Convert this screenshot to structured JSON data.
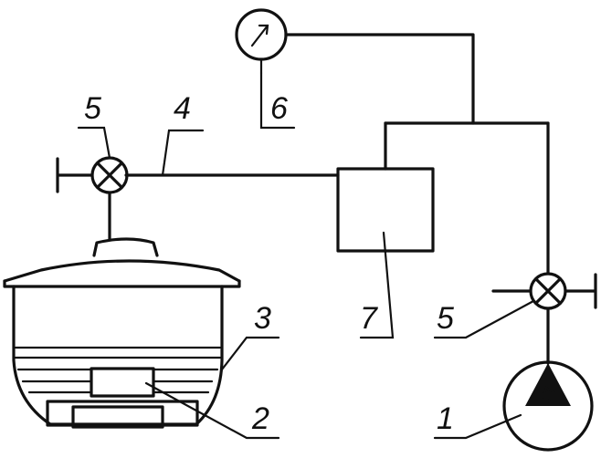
{
  "labels": {
    "pump": "1",
    "sample": "2",
    "vessel": "3",
    "pipe": "4",
    "valve_left": "5",
    "valve_right": "5",
    "gauge": "6",
    "unit": "7"
  }
}
